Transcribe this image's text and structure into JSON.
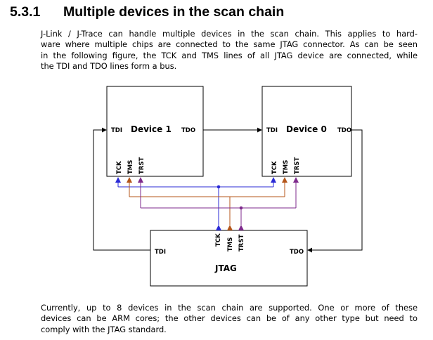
{
  "heading": {
    "number": "5.3.1",
    "title": "Multiple devices in the scan chain"
  },
  "intro_lines": [
    "J-Link / J-Trace can handle multiple devices in the scan chain. This applies to hard-",
    "ware where multiple chips are connected to the same JTAG connector. As can be seen",
    "in the following figure, the TCK and TMS lines of all JTAG device are connected, while",
    "the TDI and TDO lines form a bus."
  ],
  "figure": {
    "device1": {
      "name": "Device 1",
      "tdi": "TDI",
      "tdo": "TDO",
      "pins": [
        "TCK",
        "TMS",
        "TRST"
      ]
    },
    "device0": {
      "name": "Device 0",
      "tdi": "TDI",
      "tdo": "TDO",
      "pins": [
        "TCK",
        "TMS",
        "TRST"
      ]
    },
    "jtag": {
      "name": "JTAG",
      "tdi": "TDI",
      "tdo": "TDO",
      "pins": [
        "TCK",
        "TMS",
        "TRST"
      ]
    },
    "colors": {
      "tck": "#2a2ad6",
      "tms": "#b5561a",
      "trst": "#7e2a8c",
      "bus": "#000000"
    }
  },
  "closing_lines": [
    "Currently, up to 8 devices in the scan chain are supported. One or more of these",
    "devices can be ARM cores; the other devices can be of any other type but need to",
    "comply with the JTAG standard."
  ]
}
